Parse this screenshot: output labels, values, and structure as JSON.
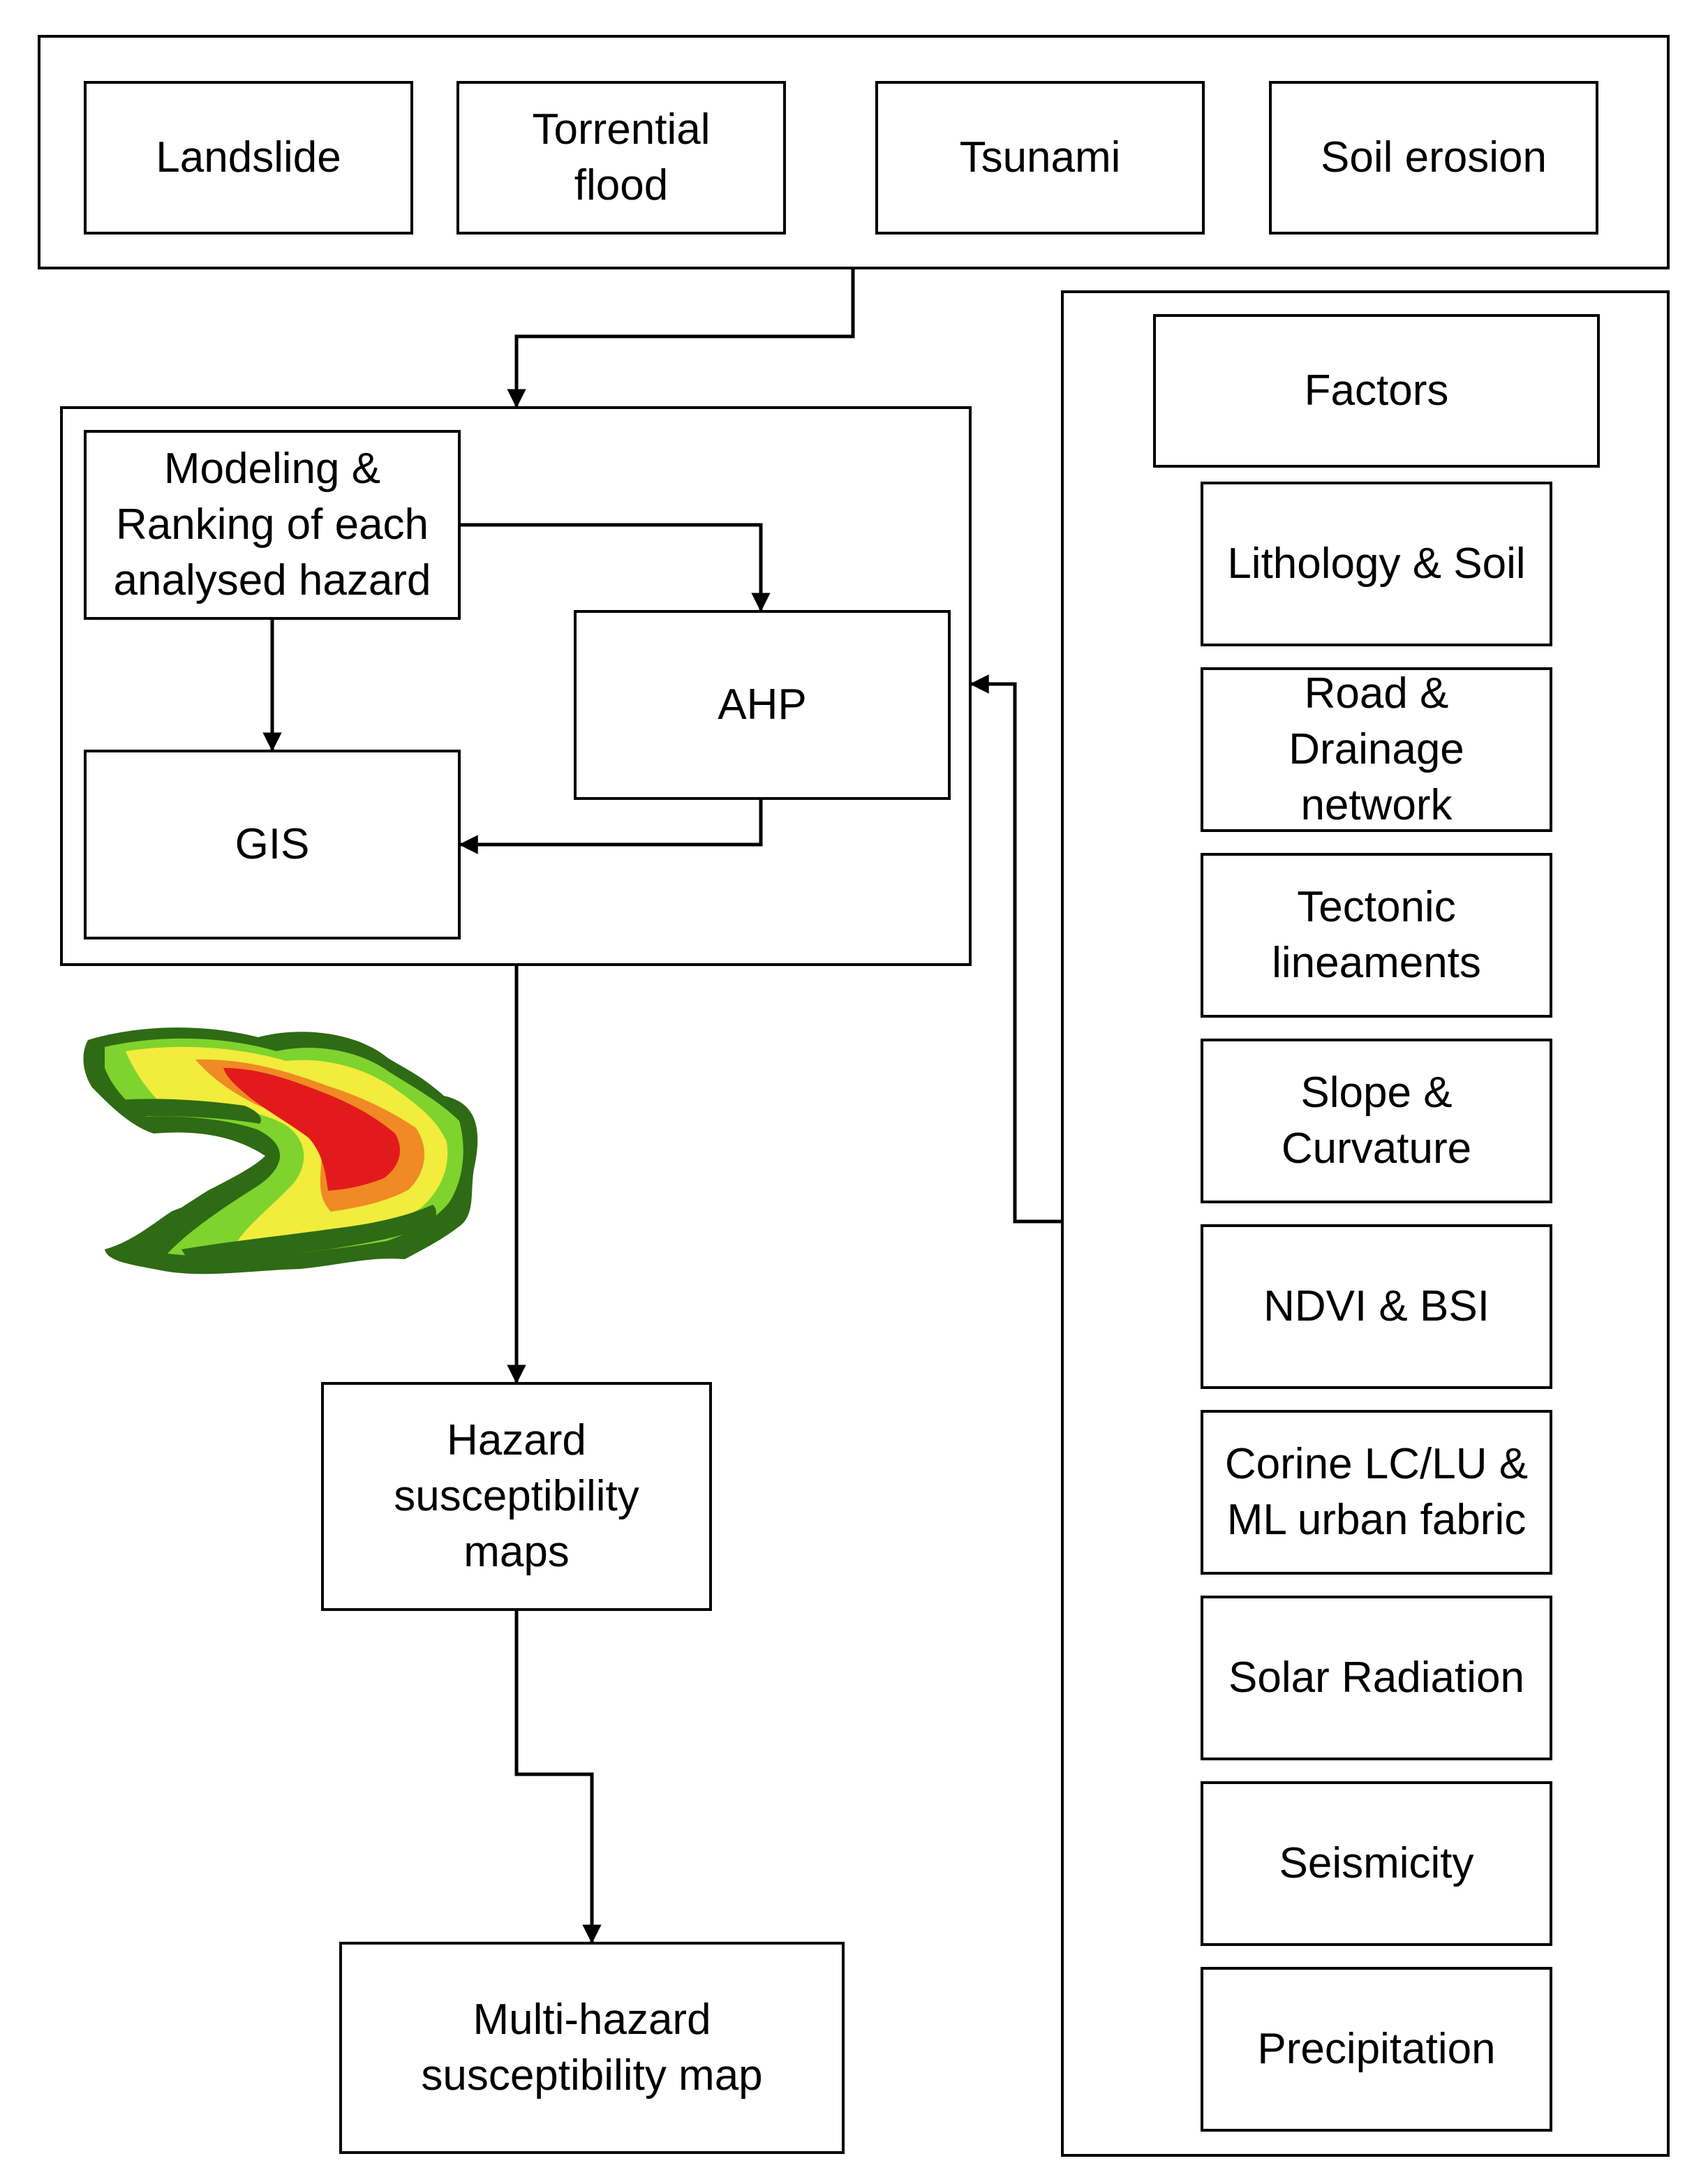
{
  "hazards": [
    "Landslide",
    "Torrential\nflood",
    "Tsunami",
    "Soil erosion"
  ],
  "process": {
    "modeling": "Modeling &\nRanking of each\nanalysed hazard",
    "ahp": "AHP",
    "gis": "GIS"
  },
  "outputs": {
    "hazard_maps": "Hazard\nsusceptibility\nmaps",
    "multi_hazard_map": "Multi-hazard\nsusceptibility map"
  },
  "factors": {
    "title": "Factors",
    "items": [
      "Lithology & Soil",
      "Road &\nDrainage\nnetwork",
      "Tectonic\nlineaments",
      "Slope &\nCurvature",
      "NDVI & BSI",
      "Corine LC/LU &\nML urban fabric",
      "Solar Radiation",
      "Seismicity",
      "Precipitation"
    ]
  },
  "map_colors": {
    "high": "#e31a1c",
    "medium_high": "#f08a24",
    "medium": "#f2ec3c",
    "low": "#7fd32d",
    "very_low": "#2e6b14"
  }
}
